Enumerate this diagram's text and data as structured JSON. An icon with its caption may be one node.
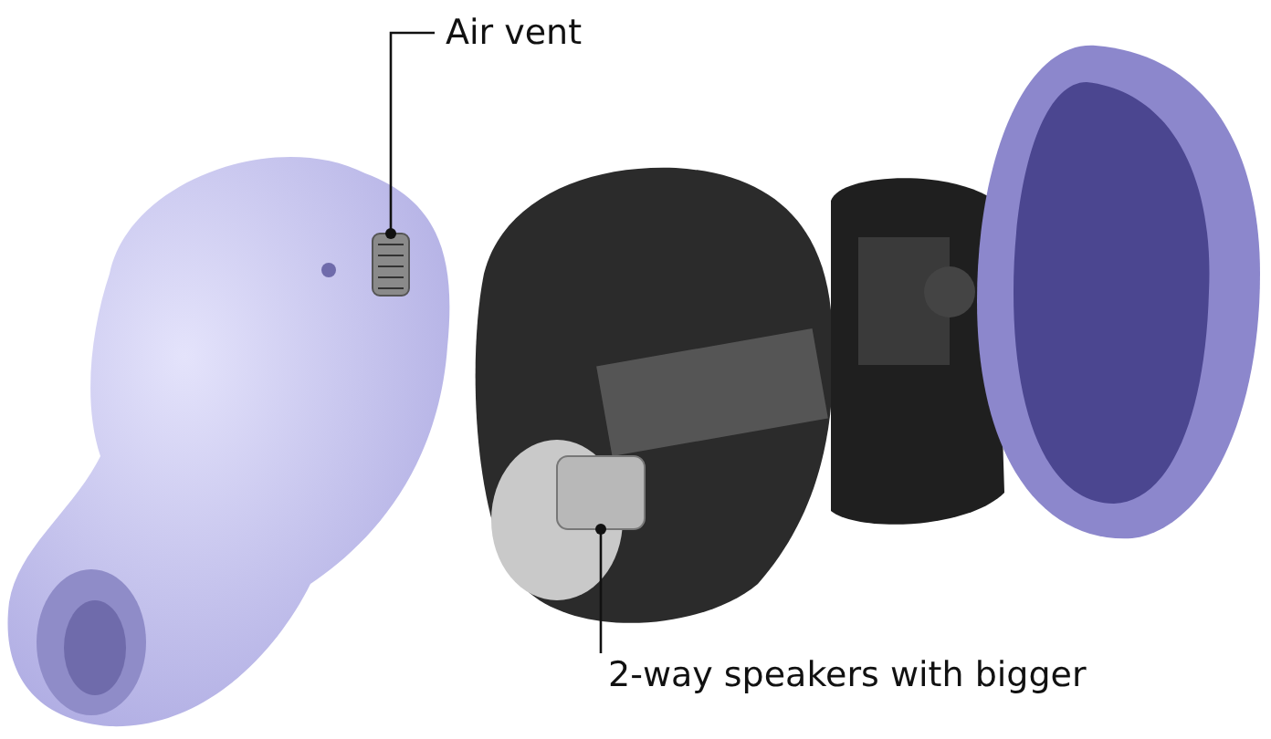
{
  "diagram": {
    "nodes": [
      {
        "text": [
          "Air vent"
        ]
      },
      {
        "text": [],
        "shape": "picture"
      },
      {
        "text": [
          "2-way speakers with bigger"
        ]
      },
      {
        "text": [],
        "shape": "picture"
      }
    ],
    "edges": [
      {
        "from": 0,
        "to": 1,
        "arrow": "other"
      },
      {
        "from": 2,
        "to": 3,
        "arrow": "other"
      }
    ]
  }
}
